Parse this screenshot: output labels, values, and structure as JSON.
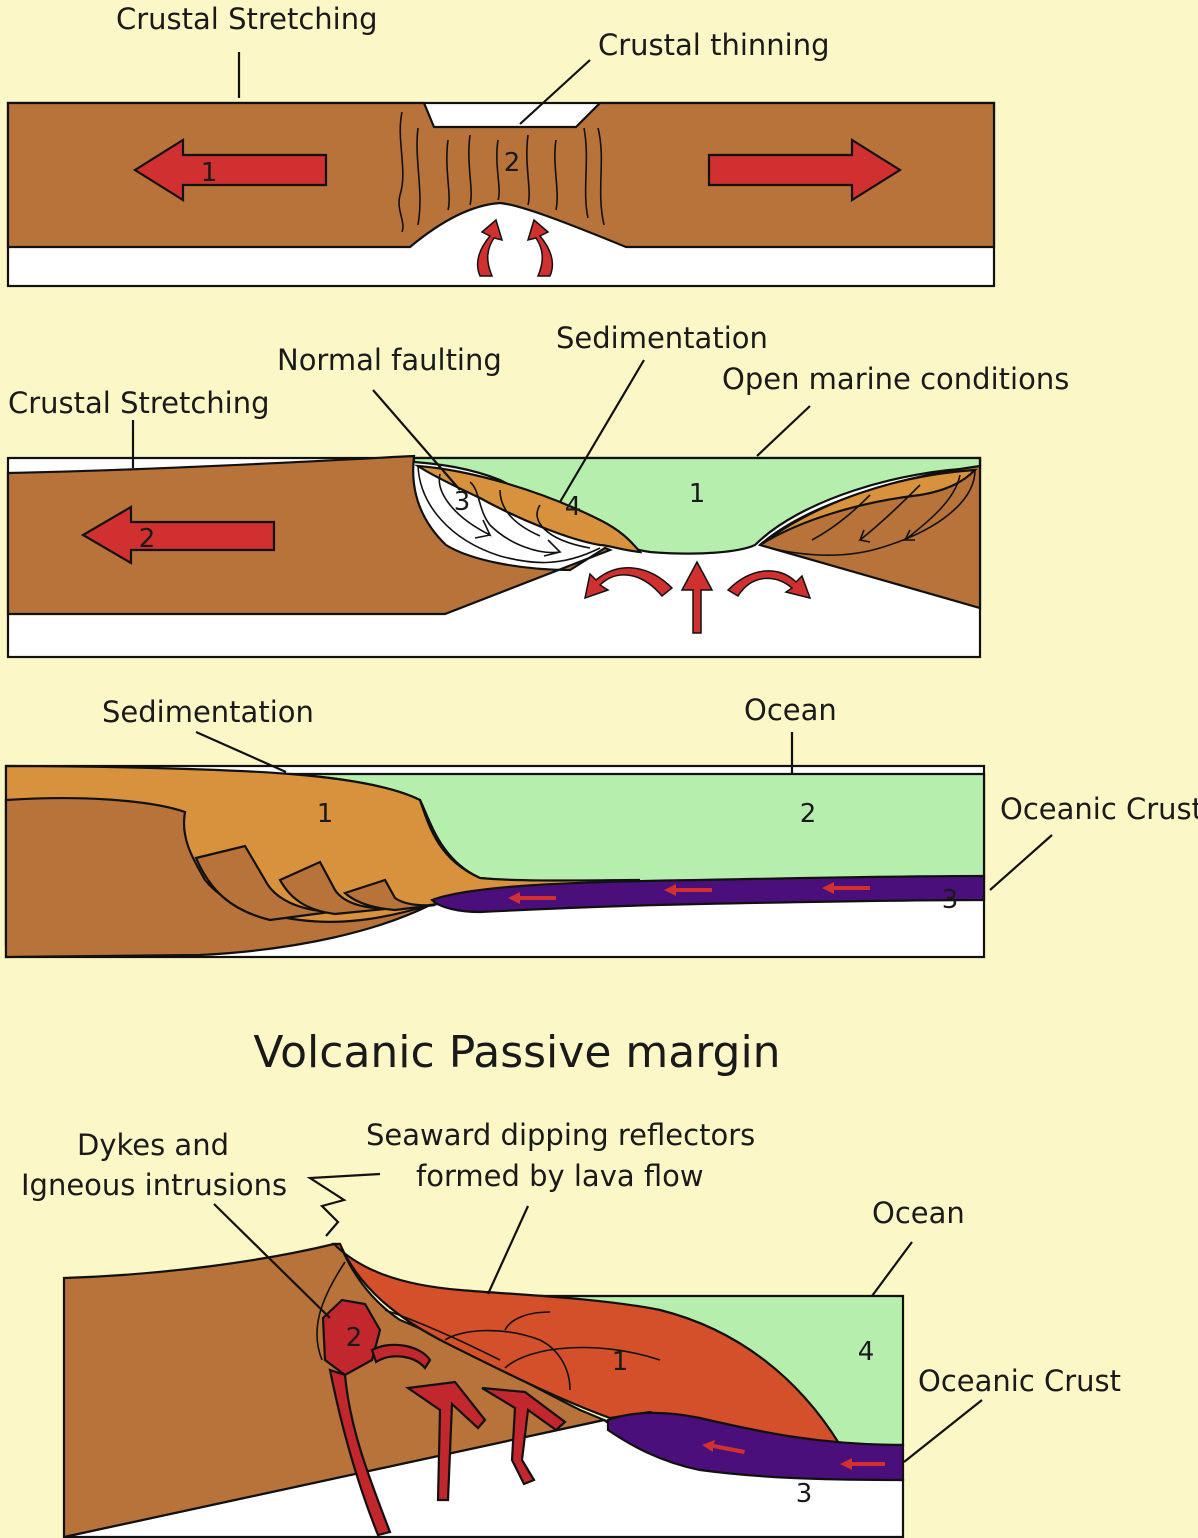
{
  "colors": {
    "background": "#fbf7c6",
    "crust": "#b8733a",
    "sediment": "#d8923e",
    "ocean": "#b6eeae",
    "oceanic_crust": "#4a0f7a",
    "lava": "#d4502a",
    "dyke": "#c1272d",
    "arrow": "#d03030",
    "mantle": "#ffffff"
  },
  "panel1": {
    "labels": {
      "crustal_stretching": "Crustal Stretching",
      "crustal_thinning": "Crustal thinning"
    },
    "numbers": [
      "1",
      "2"
    ]
  },
  "panel2": {
    "labels": {
      "crustal_stretching": "Crustal Stretching",
      "normal_faulting": "Normal faulting",
      "sedimentation": "Sedimentation",
      "open_marine": "Open marine conditions"
    },
    "numbers": [
      "1",
      "2",
      "3",
      "4"
    ]
  },
  "panel3": {
    "labels": {
      "sedimentation": "Sedimentation",
      "ocean": "Ocean",
      "oceanic_crust": "Oceanic Crust"
    },
    "numbers": [
      "1",
      "2",
      "3"
    ]
  },
  "panel4": {
    "title": "Volcanic Passive margin",
    "labels": {
      "dykes_line1": "Dykes and",
      "dykes_line2": "Igneous intrusions",
      "sdr_line1": "Seaward dipping reflectors",
      "sdr_line2": "formed by lava flow",
      "ocean": "Ocean",
      "oceanic_crust": "Oceanic Crust"
    },
    "numbers": [
      "1",
      "2",
      "3",
      "4"
    ]
  }
}
